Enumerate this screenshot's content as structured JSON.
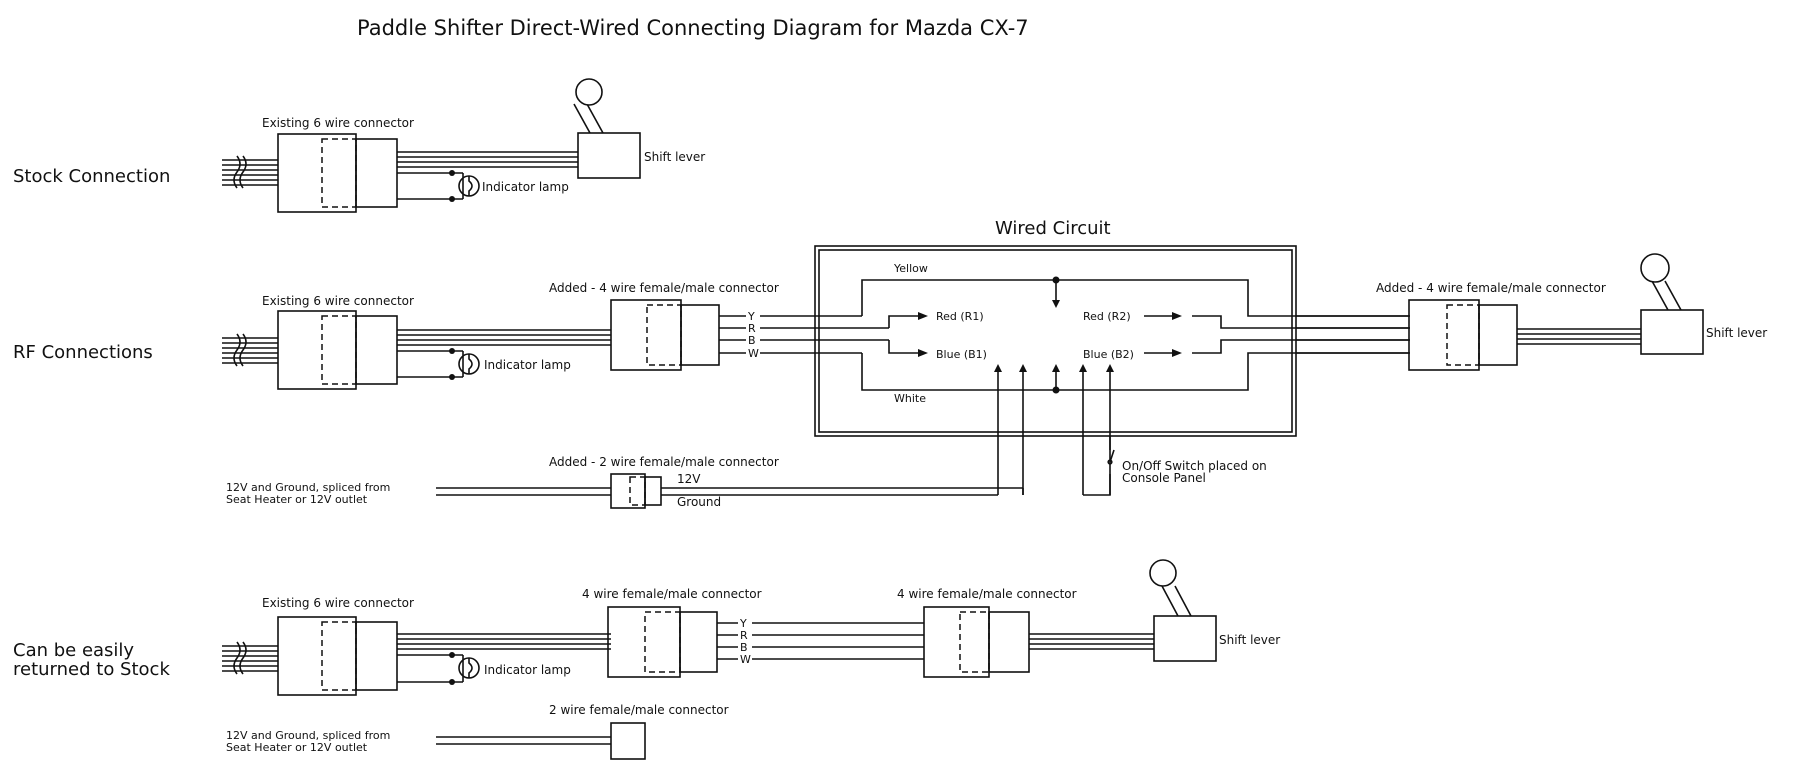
{
  "title": "Paddle Shifter Direct-Wired Connecting Diagram for Mazda CX-7",
  "sections": {
    "stock": {
      "label": "Stock Connection",
      "connector_label": "Existing 6 wire connector",
      "lamp_label": "Indicator lamp",
      "lever_label": "Shift lever"
    },
    "rf": {
      "label": "RF Connections",
      "connector_label": "Existing 6 wire connector",
      "lamp_label": "Indicator lamp",
      "added4_label": "Added - 4 wire female/male connector",
      "wire_letters": [
        "Y",
        "R",
        "B",
        "W"
      ],
      "circuit": {
        "title": "Wired Circuit",
        "yellow": "Yellow",
        "white": "White",
        "red1": "Red (R1)",
        "blue1": "Blue (B1)",
        "red2": "Red (R2)",
        "blue2": "Blue (B2)"
      },
      "added4_right_label": "Added - 4 wire female/male connector",
      "lever_label": "Shift lever",
      "added2_label": "Added - 2 wire female/male connector",
      "power_source_line1": "12V and Ground, spliced from",
      "power_source_line2": "Seat Heater or 12V outlet",
      "v12_label": "12V",
      "ground_label": "Ground",
      "switch_line1": "On/Off Switch placed on",
      "switch_line2": "Console Panel"
    },
    "return": {
      "label_line1": "Can be easily",
      "label_line2": "returned to Stock",
      "connector_label": "Existing 6 wire connector",
      "lamp_label": "Indicator lamp",
      "conn4a_label": "4 wire female/male connector",
      "conn4b_label": "4 wire female/male connector",
      "wire_letters": [
        "Y",
        "R",
        "B",
        "W"
      ],
      "lever_label": "Shift lever",
      "conn2_label": "2 wire female/male connector",
      "power_source_line1": "12V and Ground, spliced from",
      "power_source_line2": "Seat Heater or 12V outlet"
    }
  }
}
